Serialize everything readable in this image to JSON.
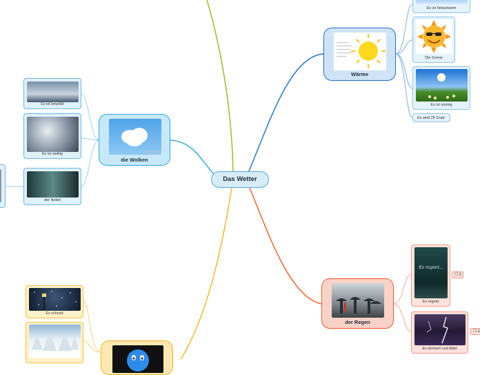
{
  "center": {
    "label": "Das Wetter"
  },
  "clouds": {
    "label": "die Wolken",
    "items": [
      {
        "label": "Es ist bewölkt"
      },
      {
        "label": "Es ist wolkig"
      },
      {
        "label": "der Nebel"
      }
    ]
  },
  "warmth": {
    "label": "Wärme",
    "items": [
      {
        "label": "Es ist heiss/warm"
      },
      {
        "label": "Die Sonne"
      },
      {
        "label": "Es ist sonnig"
      },
      {
        "label": "Es sind 25 Grad."
      }
    ]
  },
  "rain": {
    "label": "der Regen",
    "items": [
      {
        "label": "Es regnet",
        "comment": "1",
        "image_text": "Es regnet..."
      },
      {
        "label": "Es donnert und blitzt",
        "comment": "1"
      }
    ]
  },
  "snow": {
    "items": [
      {
        "label": "Es schneit"
      }
    ]
  },
  "colors": {
    "clouds": "#2aa7dd",
    "warmth": "#1e6fc6",
    "rain": "#ef5a24",
    "snow": "#f7b21b",
    "top": "#8dbb22"
  }
}
